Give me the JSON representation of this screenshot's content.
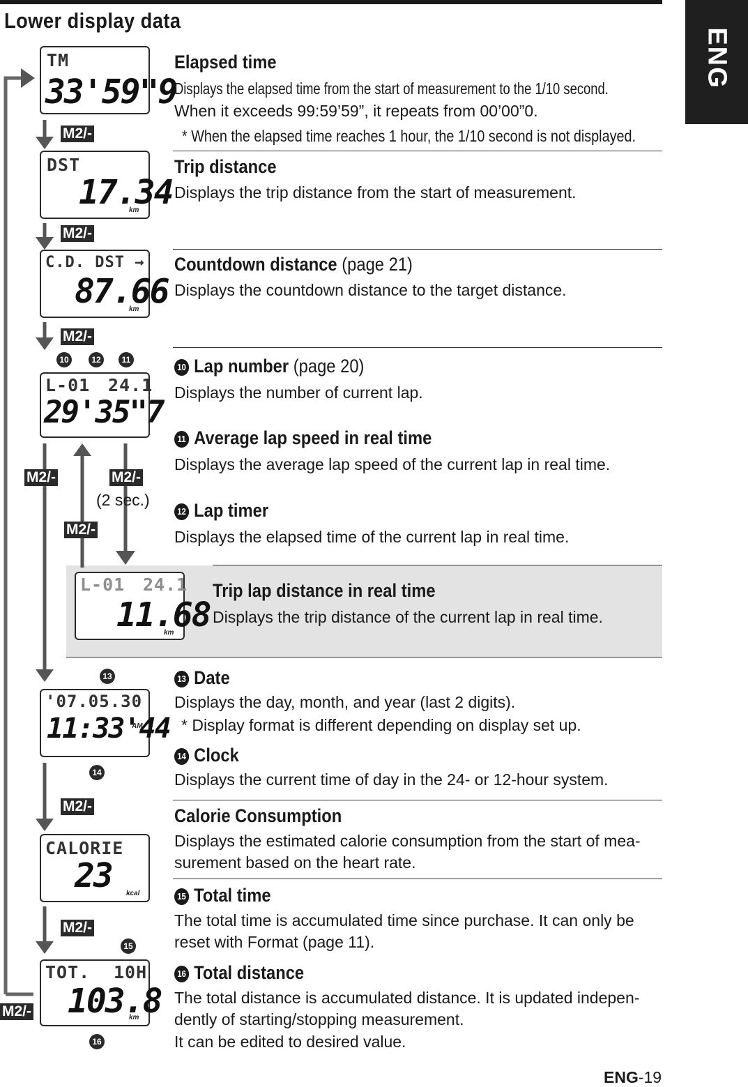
{
  "header": {
    "title": "Lower display data",
    "tab": "ENG"
  },
  "displays": {
    "tm": {
      "label": "TM",
      "value": "33'59\"9"
    },
    "dst": {
      "label": "DST",
      "value": "17.34",
      "unit": "km"
    },
    "cd": {
      "label": "C.D. DST →",
      "value": "87.66",
      "unit": "km"
    },
    "lap": {
      "label_left": "L-01",
      "label_right": "24.1",
      "value": "29'35\"7"
    },
    "laptrip": {
      "label_left": "L-01",
      "label_right": "24.1",
      "value": "11.68",
      "unit": "km"
    },
    "date": {
      "label": "'07.05.30",
      "value": "11:33'44",
      "unit": "AM"
    },
    "calorie": {
      "label": "CALORIE",
      "value": "23",
      "unit": "kcal"
    },
    "total": {
      "label_left": "TOT.",
      "label_right": "10H",
      "value": "103.8",
      "unit": "km"
    }
  },
  "flow": {
    "m2": "M2/-",
    "two_sec": "(2 sec.)",
    "callouts": {
      "n10": "10",
      "n11": "11",
      "n12": "12",
      "n13": "13",
      "n14": "14",
      "n15": "15",
      "n16": "16"
    }
  },
  "items": {
    "elapsed": {
      "title": "Elapsed time",
      "line1": "Displays the elapsed time from the start of measurement to the 1/10 second.",
      "line2": "When it exceeds 99:59’59”, it repeats from 00’00”0.",
      "note": "* When the elapsed time reaches 1 hour, the 1/10 second is not displayed."
    },
    "trip": {
      "title": "Trip distance",
      "body": "Displays the trip distance from the start of measurement."
    },
    "countdown": {
      "title": "Countdown distance",
      "page": " (page 21)",
      "body": "Displays the countdown distance to the target distance."
    },
    "lapnum": {
      "num": "10",
      "title": "Lap number",
      "page": " (page 20)",
      "body": "Displays the number of current lap."
    },
    "lapspeed": {
      "num": "11",
      "title": "Average lap speed in real time",
      "body": "Displays the average lap speed of the current lap in real time."
    },
    "laptimer": {
      "num": "12",
      "title": "Lap timer",
      "body": "Displays the elapsed time of the current lap in real time."
    },
    "laptrip": {
      "title": "Trip lap distance in real time",
      "body": "Displays the trip distance of the current lap in real time."
    },
    "date": {
      "num": "13",
      "title": "Date",
      "body": "Displays the day, month, and year (last 2 digits).",
      "note": "*  Display format is different depending on display set up."
    },
    "clock": {
      "num": "14",
      "title": "Clock",
      "body": "Displays the current time of day in the 24- or 12-hour system."
    },
    "calorie": {
      "title": "Calorie Consumption",
      "line1": "Displays the estimated calorie consumption from the start of mea-",
      "line2": "surement based on the heart rate."
    },
    "totaltime": {
      "num": "15",
      "title": "Total time",
      "line1": "The total time is accumulated time since purchase.  It can only be",
      "line2": "reset with Format (page 11)."
    },
    "totaldist": {
      "num": "16",
      "title": "Total distance",
      "line1": "The total distance is accumulated distance. It is updated indepen-",
      "line2": "dently of starting/stopping measurement.",
      "line3": "It can be edited to desired value."
    }
  },
  "footer": {
    "prefix": "ENG",
    "page": "-19"
  }
}
